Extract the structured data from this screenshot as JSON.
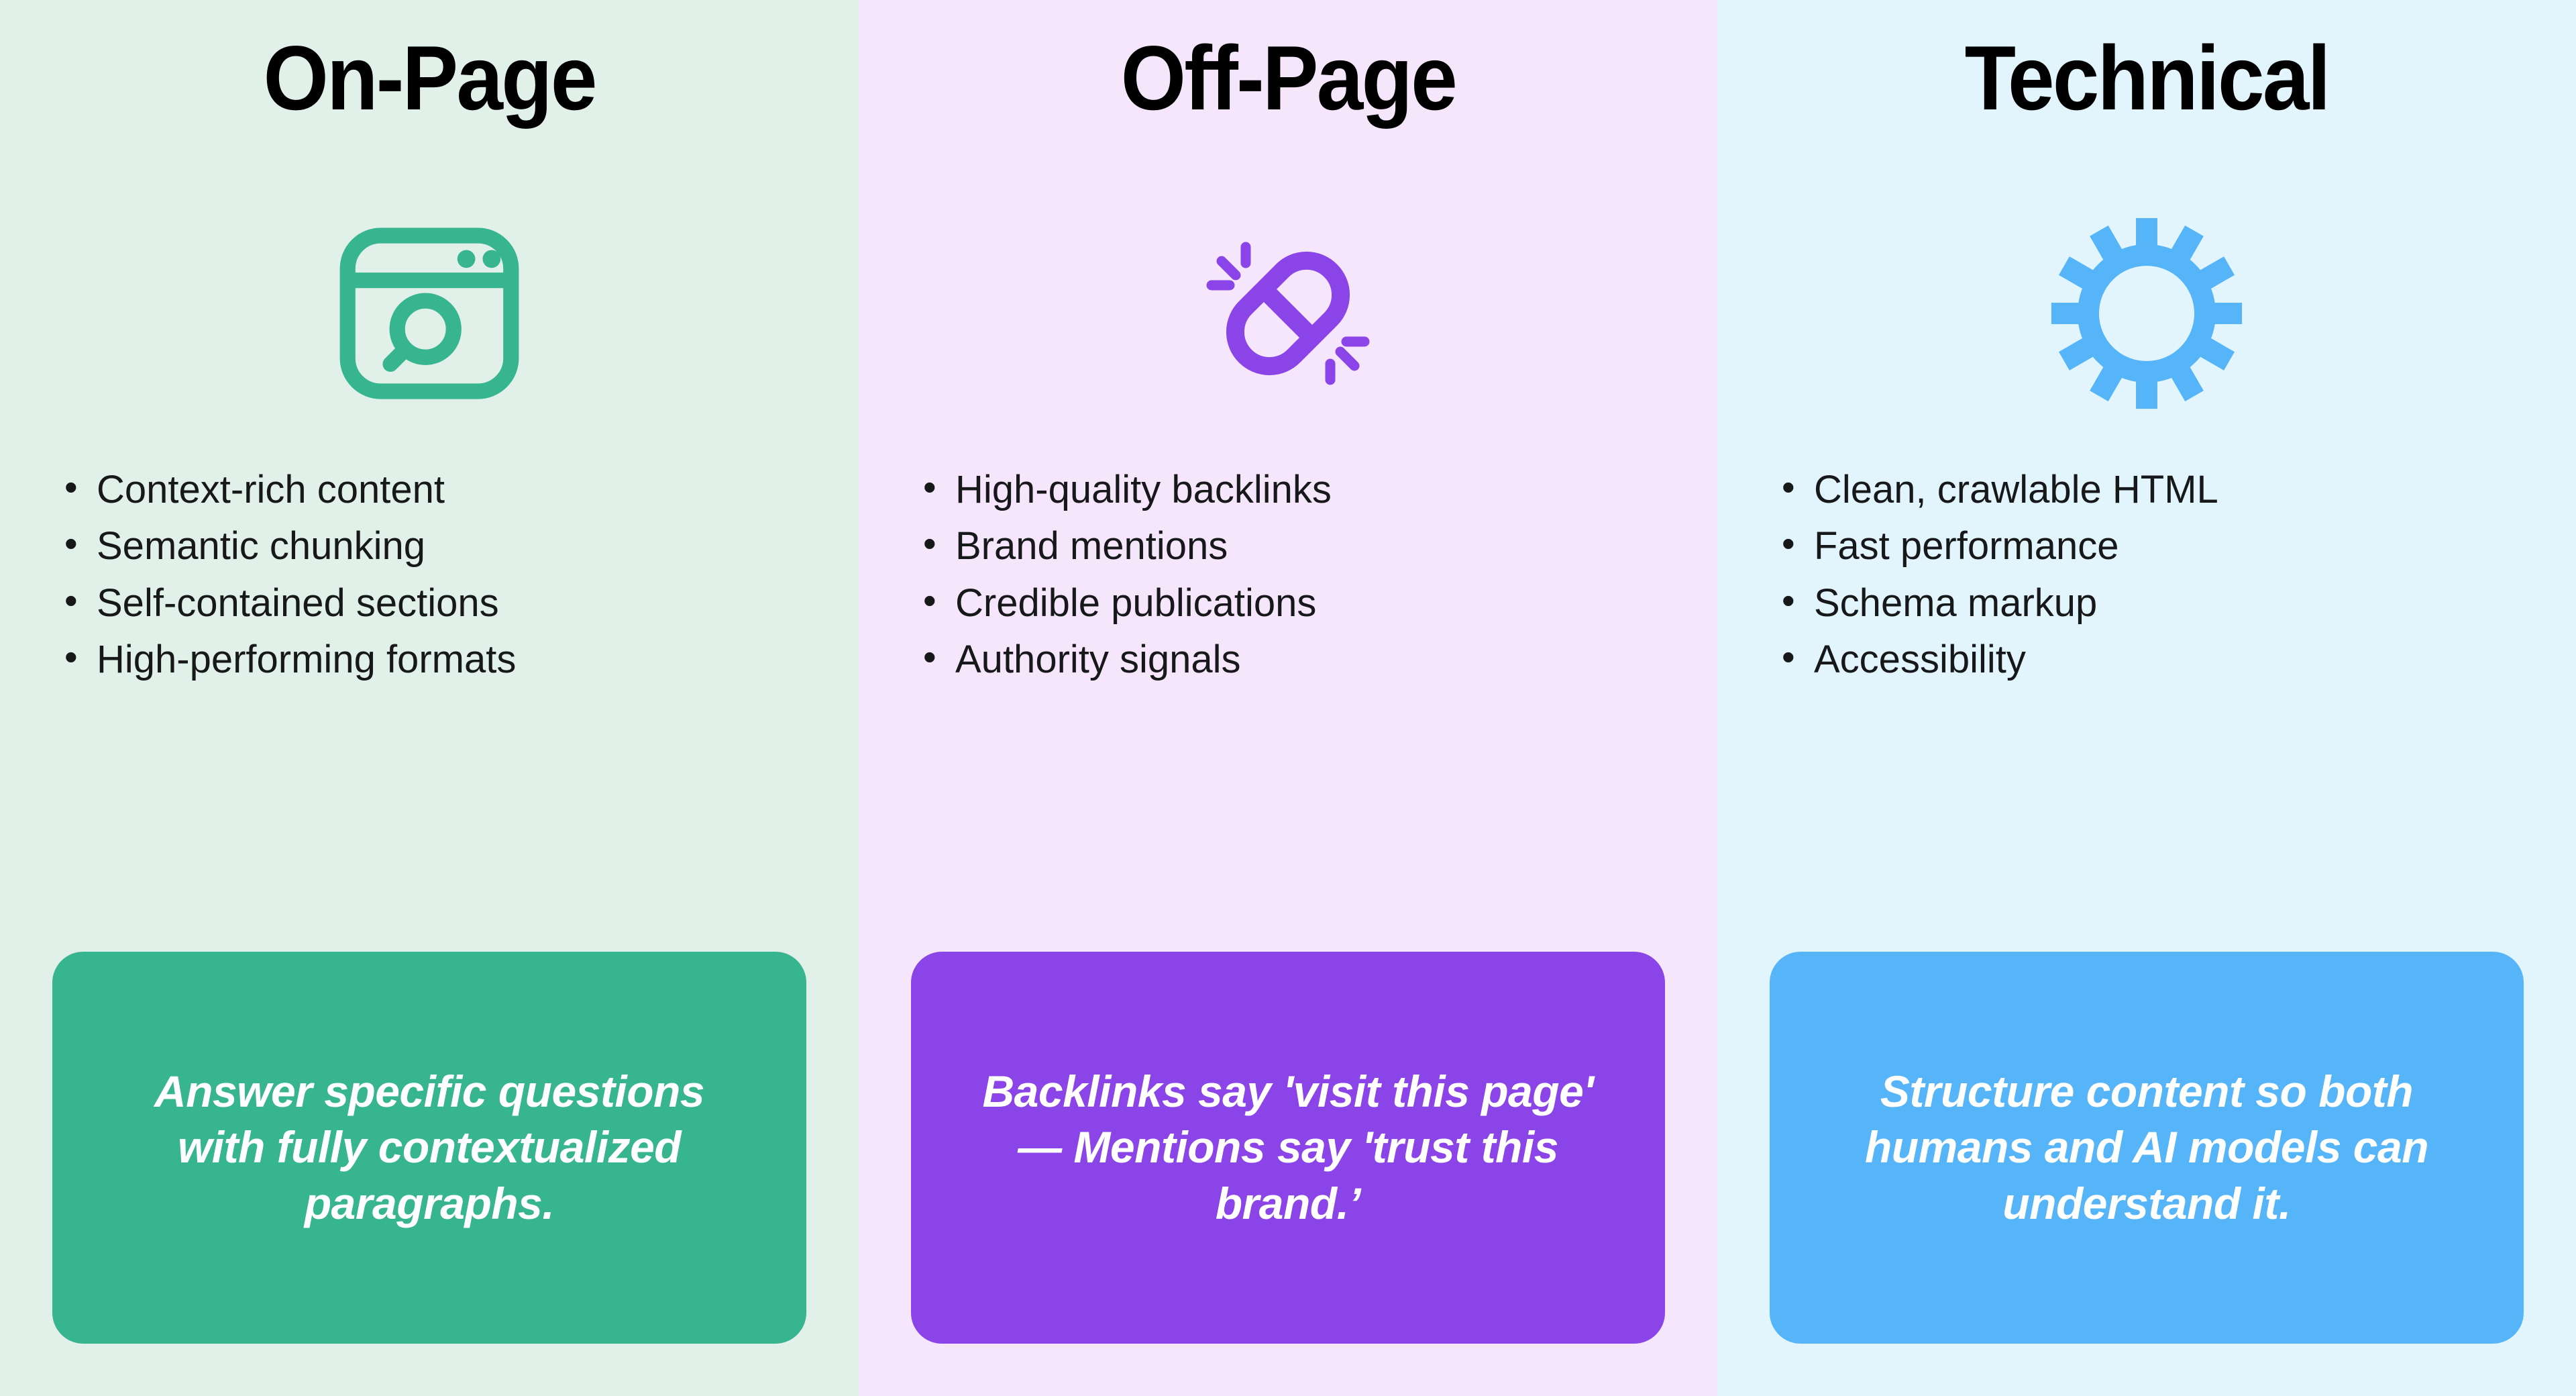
{
  "columns": [
    {
      "id": "on-page",
      "title": "On-Page",
      "bg": "#e1f0e9",
      "accent": "#37b58e",
      "icon": "browser-search-icon",
      "bullet_marker": "•",
      "bullets": [
        "Context-rich content",
        "Semantic chunking",
        "Self-contained sections",
        "High-performing formats"
      ],
      "callout": "Answer specific questions with fully contextualized paragraphs."
    },
    {
      "id": "off-page",
      "title": "Off-Page",
      "bg": "#f5e6fb",
      "accent": "#8b44e8",
      "icon": "chain-link-icon",
      "bullet_marker": "•",
      "bullets": [
        "High-quality backlinks",
        "Brand mentions",
        "Credible publications",
        "Authority signals"
      ],
      "callout": "Backlinks say 'visit this page' — Mentions say 'trust this brand.’"
    },
    {
      "id": "technical",
      "title": "Technical",
      "bg": "#e2f5fd",
      "accent": "#56b4f9",
      "icon": "gear-icon",
      "bullet_marker": "•",
      "bullets": [
        "Clean, crawlable HTML",
        "Fast performance",
        "Schema markup",
        "Accessibility"
      ],
      "callout": "Structure content so both humans and AI models can understand it."
    }
  ]
}
